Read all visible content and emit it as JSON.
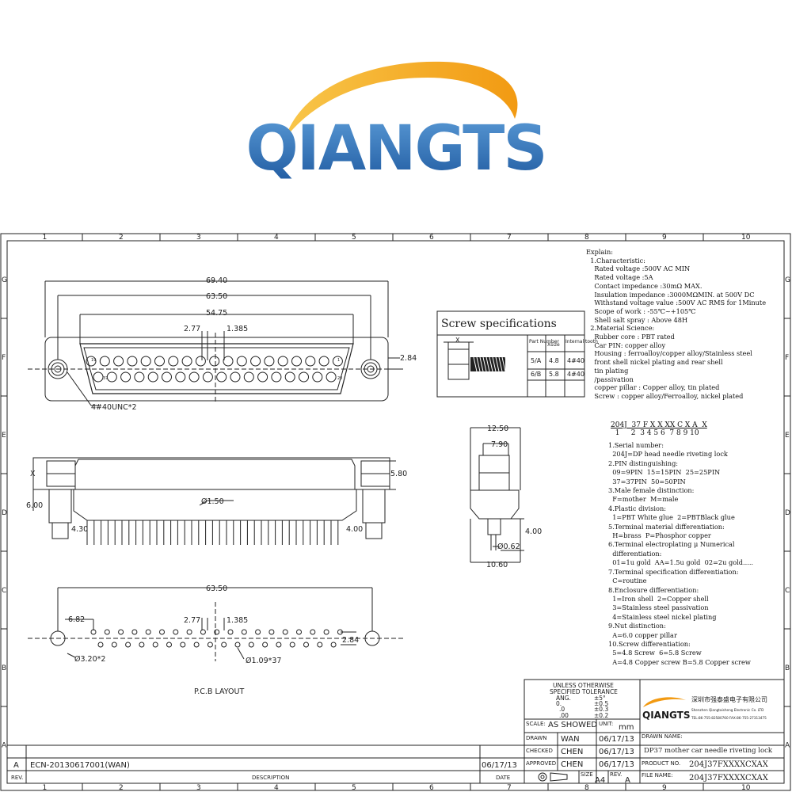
{
  "logo": {
    "text": "QIANGTS",
    "colors": {
      "blue": "#2f6fb3",
      "orange": "#f5a81c"
    }
  },
  "border": {
    "col_numbers": [
      "1",
      "2",
      "3",
      "4",
      "5",
      "6",
      "7",
      "8",
      "9",
      "10"
    ],
    "row_letters": [
      "G",
      "F",
      "E",
      "D",
      "C",
      "B",
      "A"
    ]
  },
  "front_view": {
    "dim_total": "69.40",
    "dim_mount": "63.50",
    "dim_shell": "54.75",
    "dim_pitch": "2.77",
    "dim_half": "1.385",
    "dim_height": "2.84",
    "thread_note": "4#40UNC*2",
    "pin_labels": [
      "1",
      "19",
      "20",
      "37"
    ]
  },
  "screw_spec": {
    "title": "Screw specifications",
    "header": [
      "Part Number",
      "Xsize",
      "Internal tooth"
    ],
    "rows": [
      [
        "5/A",
        "4.8",
        "4#40"
      ],
      [
        "6/B",
        "5.8",
        "4#40"
      ]
    ],
    "x_label": "X"
  },
  "side_view": {
    "x_label": "X",
    "dim_580": "5.80",
    "dim_600": "6.00",
    "dim_150": "Ø1.50",
    "dim_430": "4.30",
    "dim_400": "4.00"
  },
  "end_view": {
    "dim_1250": "12.50",
    "dim_790": "7.90",
    "dim_400": "4.00",
    "dim_062": "Ø0.62",
    "dim_1060": "10.60"
  },
  "pcb": {
    "dim_6350": "63.50",
    "dim_682": "6.82",
    "dim_277": "2.77",
    "dim_1385": "1.385",
    "dim_284": "2.84",
    "dim_320": "Ø3.20*2",
    "dim_109": "Ø1.09*37",
    "title": "P.C.B LAYOUT"
  },
  "explain_text": "Explain:\n  1.Characteristic:\n    Rated voltage :500V AC MIN\n    Rated voltage :5A\n    Contact impedance :30mΩ MAX.\n    Insulation impedance :3000MΩMIN. at 500V DC\n    Withstand voltage value :500V AC RMS for 1Minute\n    Scope of work : -55℃~+105℃\n    Shell salt spray : Above 48H\n  2.Material Science:\n    Rubber core : PBT rated\n    Car PIN: copper alloy\n    Housing : ferroalloy/copper alloy/Stainless steel\n    front shell nickel plating and rear shell\n    tin plating\n    /passivation\n    copper pillar : Copper alloy, tin plated\n    Screw : copper alloy/Ferroalloy, nickel plated",
  "code": {
    "main": "204J  37 F X X XX C X A  X",
    "nums": "  1     2  3 4 5 6  7 8 9 10"
  },
  "explain2_text": "1.Serial number:\n  204J=DP head needle riveting lock\n2.PIN distinguishing:\n  09=9PIN  15=15PIN  25=25PIN\n  37=37PIN  50=50PIN\n3.Male female distinction:\n  F=mother  M=male\n4.Plastic division:\n  1=PBT White glue  2=PBTBlack glue\n5.Terminal material differentiation:\n  H=brass  P=Phosphor copper\n6.Terminal electroplating μ Numerical\n  differentiation:\n  01=1u gold  AA=1.5u gold  02=2u gold.....\n7.Terminal specification differentiation:\n  C=routine\n8.Enclosure differentiation:\n  1=Iron shell  2=Copper shell\n  3=Stainless steel passivation\n  4=Stainless steel nickel plating\n9.Nut distinction:\n  A=6.0 copper pillar\n10.Screw differentiation:\n  5=4.8 Screw  6=5.8 Screw\n  A=4.8 Copper screw B=5.8 Copper screw",
  "title_block": {
    "tolerance_title1": "UNLESS  OTHERWISE",
    "tolerance_title2": "SPECIFIED  TOLERANCE",
    "ang_label": "ANG.",
    "ang_val": "±5°",
    "t0_label": "0.",
    "t0_val": "±0.5",
    "t1_label": ".0",
    "t1_val": "±0.3",
    "t2_label": ".00",
    "t2_val": "±0.2",
    "company_cn": "深圳市强泰盛电子有限公司",
    "company_en": "Shenzhen Qiangtaisheng Electronic Co. LTD",
    "company_tel": "TEL:86-755-82580760 FAX:86-755-27313475",
    "logo_small": "QIANGTS",
    "scale_label": "SCALE:",
    "scale_value": "AS  SHOWED",
    "unit_label": "UNIT:",
    "unit_value": "mm",
    "drawn_label": "DRAWN",
    "drawn_by": "WAN",
    "drawn_date": "06/17/13",
    "drawn_name_label": "DRAWN NAME:",
    "checked_label": "CHECKED",
    "checked_by": "CHEN",
    "checked_date": "06/17/13",
    "drawing_name": "DP37 mother car needle riveting lock",
    "approved_label": "APPROVED",
    "approved_by": "CHEN",
    "approved_date": "06/17/13",
    "product_label": "PRODUCT NO.",
    "product_no": "204J37FXXXXCXAX",
    "size_label": "SIZE",
    "size_value": "A4",
    "rev_label_small": "REV.",
    "rev_value": "A",
    "file_label": "FILE NAME:",
    "file_name": "204J37FXXXXCXAX",
    "rev_row_letter": "A",
    "rev_row_desc": "ECN-20130617001(WAN)",
    "rev_row_date": "06/17/13",
    "rev_header": "REV.",
    "desc_header": "DESCRIPTION",
    "date_header": "DATE"
  }
}
